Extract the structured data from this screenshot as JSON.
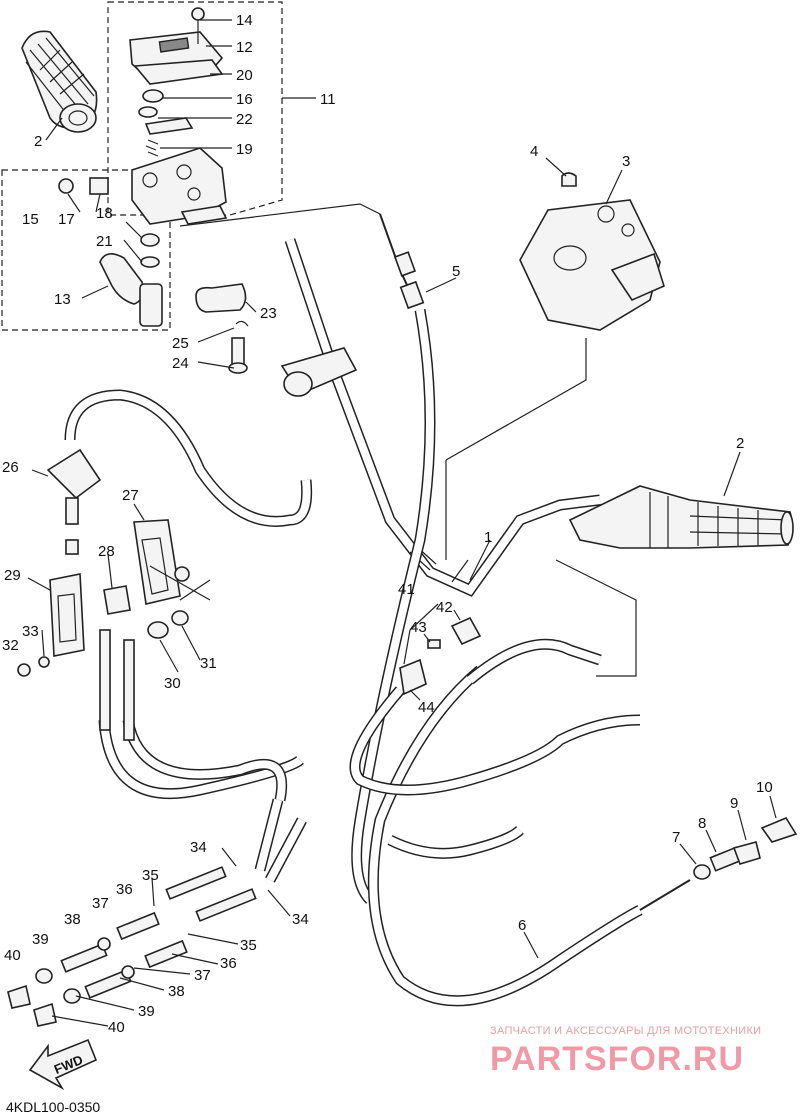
{
  "diagram": {
    "code": "4KDL100-0350",
    "fwd_label": "FWD",
    "watermark": {
      "tagline": "ЗАПЧАСТИ И АКСЕССУАРЫ ДЛЯ МОТОТЕХНИКИ",
      "brand": "PARTSFOR.RU",
      "color": "#ef9aa6"
    },
    "callouts": {
      "c1": "1",
      "c2a": "2",
      "c2b": "2",
      "c3": "3",
      "c4": "4",
      "c5": "5",
      "c6": "6",
      "c7": "7",
      "c8": "8",
      "c9": "9",
      "c10": "10",
      "c11": "11",
      "c12": "12",
      "c13": "13",
      "c14": "14",
      "c15": "15",
      "c16": "16",
      "c17": "17",
      "c18": "18",
      "c19": "19",
      "c20": "20",
      "c21": "21",
      "c22": "22",
      "c23": "23",
      "c24": "24",
      "c25": "25",
      "c26": "26",
      "c27": "27",
      "c28": "28",
      "c29": "29",
      "c30": "30",
      "c31": "31",
      "c32": "32",
      "c33": "33",
      "c34a": "34",
      "c34b": "34",
      "c35a": "35",
      "c35b": "35",
      "c36a": "36",
      "c36b": "36",
      "c37a": "37",
      "c37b": "37",
      "c38a": "38",
      "c38b": "38",
      "c39a": "39",
      "c39b": "39",
      "c40a": "40",
      "c40b": "40",
      "c41": "41",
      "c42": "42",
      "c43": "43",
      "c44": "44"
    }
  }
}
